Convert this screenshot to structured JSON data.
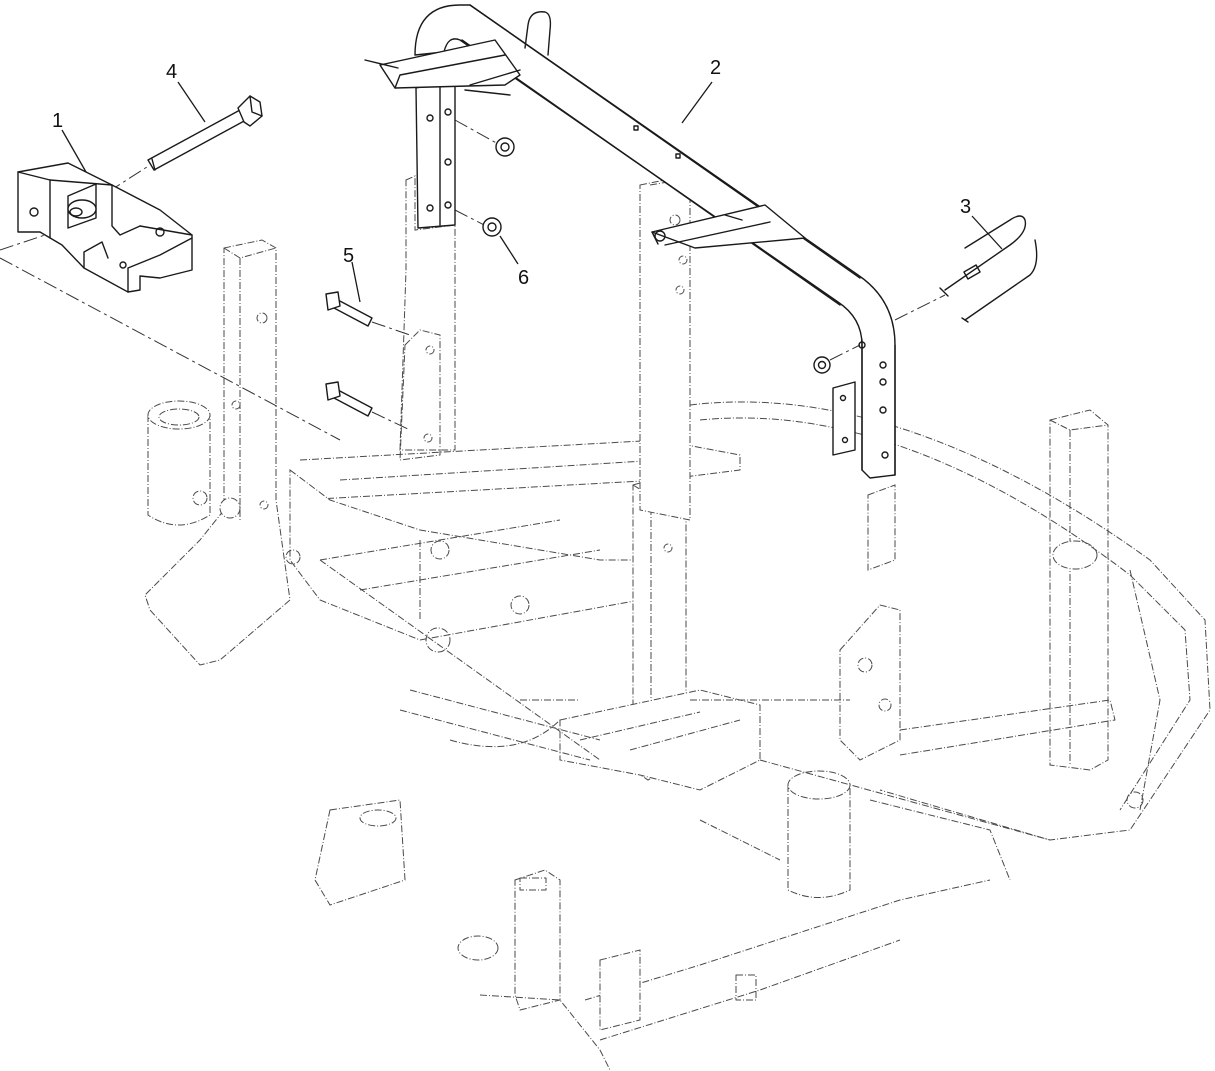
{
  "diagram": {
    "callouts": [
      {
        "id": "c1",
        "label": "1",
        "part": "hitch-bracket"
      },
      {
        "id": "c2",
        "label": "2",
        "part": "roll-bar-hoop"
      },
      {
        "id": "c3",
        "label": "3",
        "part": "hairpin-pin"
      },
      {
        "id": "c4",
        "label": "4",
        "part": "long-bolt"
      },
      {
        "id": "c5",
        "label": "5",
        "part": "short-bolts"
      },
      {
        "id": "c6",
        "label": "6",
        "part": "flange-nuts"
      }
    ]
  }
}
